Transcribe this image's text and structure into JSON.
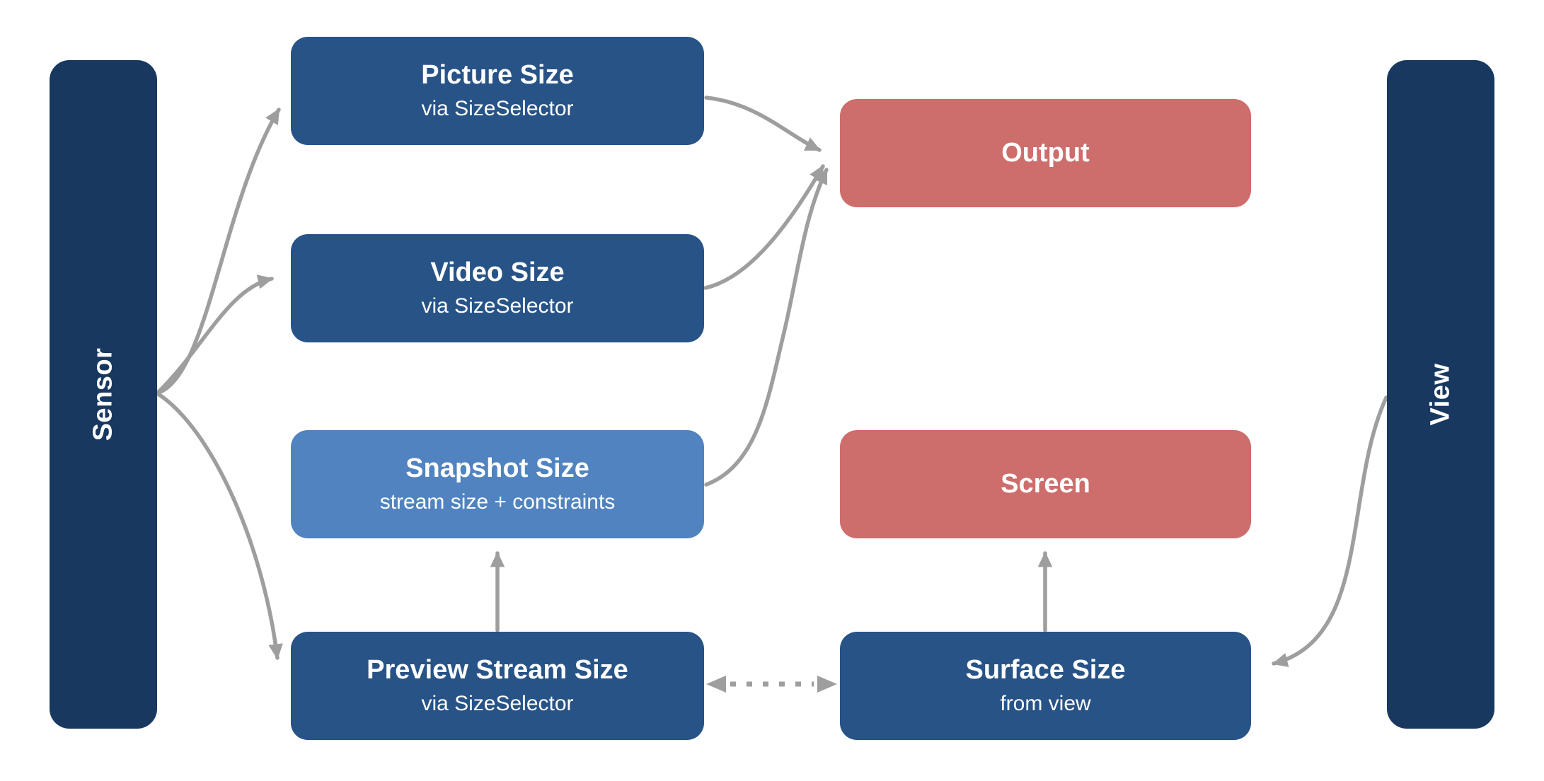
{
  "colors": {
    "navy": "#183860",
    "blue": "#275387",
    "light_blue": "#5083bf",
    "red": "#cd6d6c",
    "arrow": "#9e9e9e",
    "text": "#ffffff",
    "background": "#ffffff"
  },
  "bars": [
    {
      "label": "Sensor"
    },
    {
      "label": "View"
    }
  ],
  "nodes": [
    {
      "title": "Picture Size",
      "subtitle": "via SizeSelector"
    },
    {
      "title": "Video Size",
      "subtitle": "via SizeSelector"
    },
    {
      "title": "Snapshot Size",
      "subtitle": "stream size + constraints"
    },
    {
      "title": "Preview Stream Size",
      "subtitle": "via SizeSelector"
    },
    {
      "title": "Output"
    },
    {
      "title": "Screen"
    },
    {
      "title": "Surface Size",
      "subtitle": "from view"
    }
  ],
  "edges": [
    {
      "from": "Sensor",
      "to": "Picture Size",
      "style": "solid-arrow"
    },
    {
      "from": "Sensor",
      "to": "Video Size",
      "style": "solid-arrow"
    },
    {
      "from": "Sensor",
      "to": "Preview Stream Size",
      "style": "solid-arrow"
    },
    {
      "from": "Picture Size",
      "to": "Output",
      "style": "solid-arrow"
    },
    {
      "from": "Video Size",
      "to": "Output",
      "style": "solid-arrow"
    },
    {
      "from": "Snapshot Size",
      "to": "Output",
      "style": "solid-arrow"
    },
    {
      "from": "Preview Stream Size",
      "to": "Snapshot Size",
      "style": "solid-arrow"
    },
    {
      "from": "Surface Size",
      "to": "Screen",
      "style": "solid-arrow"
    },
    {
      "from": "View",
      "to": "Surface Size",
      "style": "solid-arrow"
    },
    {
      "from": "Preview Stream Size",
      "to": "Surface Size",
      "style": "dotted-bidirectional-arrow"
    }
  ]
}
